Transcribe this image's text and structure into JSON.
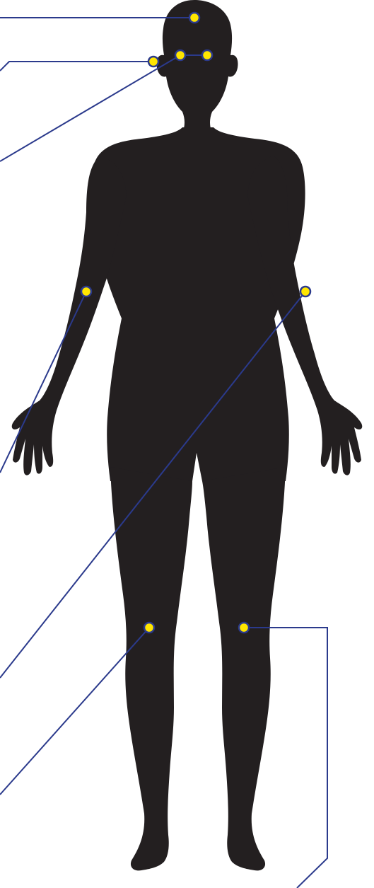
{
  "diagram": {
    "subject": "human-body-front-silhouette",
    "colors": {
      "background": "#ffffff",
      "silhouette": "#231f20",
      "leader_line": "#2b3a8c",
      "marker_fill": "#ffe600",
      "marker_stroke": "#2b3a8c"
    },
    "markers": [
      {
        "id": "crown",
        "label": ""
      },
      {
        "id": "temple-right",
        "label": ""
      },
      {
        "id": "brow-left",
        "label": ""
      },
      {
        "id": "brow-right",
        "label": ""
      },
      {
        "id": "elbow-right",
        "label": ""
      },
      {
        "id": "elbow-left",
        "label": ""
      },
      {
        "id": "knee-right",
        "label": ""
      },
      {
        "id": "knee-left",
        "label": ""
      }
    ]
  }
}
